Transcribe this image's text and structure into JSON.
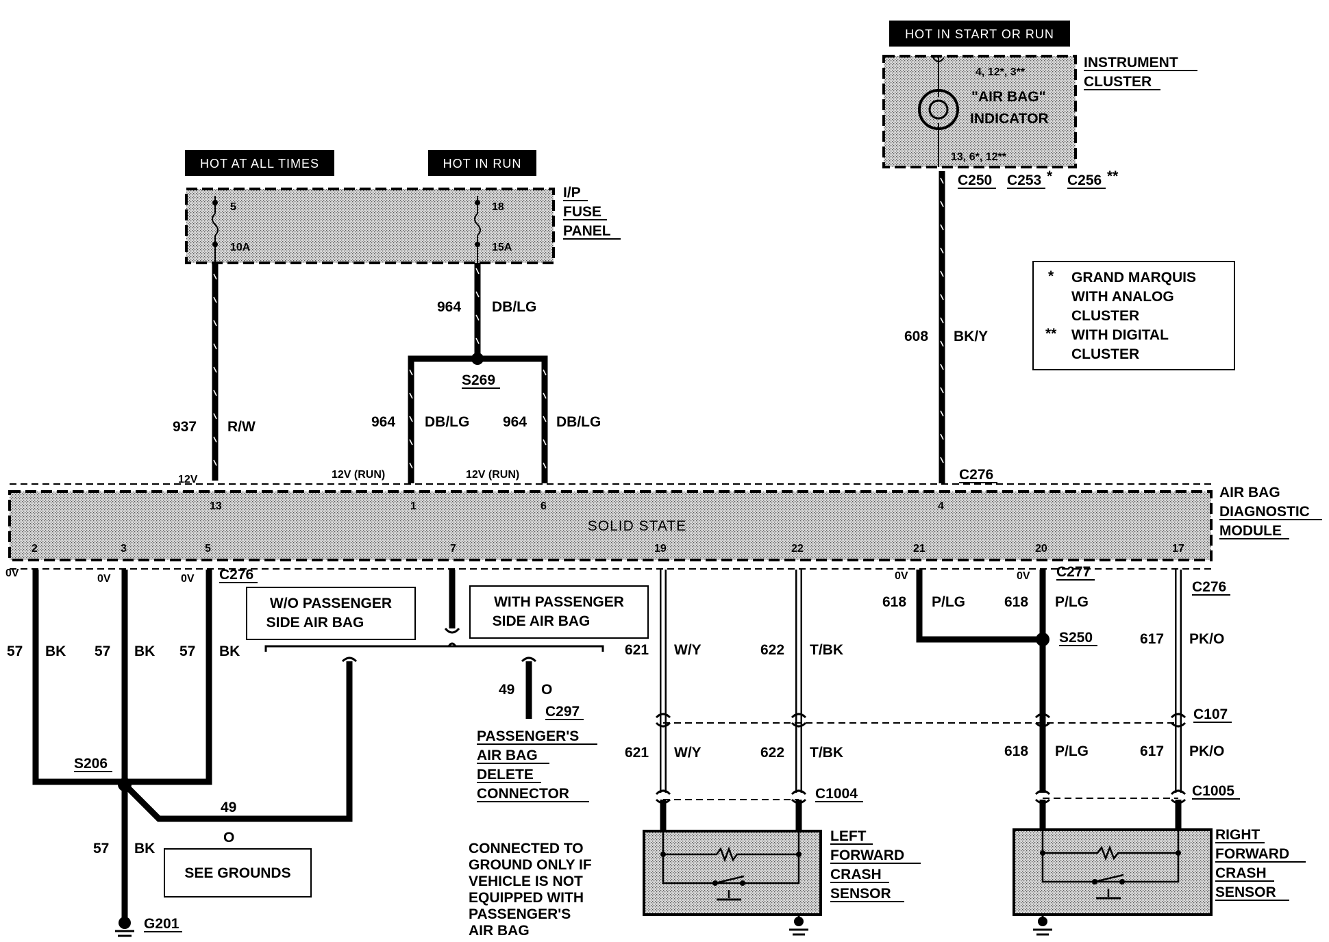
{
  "headers": {
    "hot_at_all_times": "HOT AT ALL TIMES",
    "hot_in_run": "HOT IN RUN",
    "hot_in_start_or_run": "HOT IN START OR RUN"
  },
  "instrument_cluster": {
    "label_line1": "INSTRUMENT",
    "label_line2": "CLUSTER",
    "pin_top": "4, 12*, 3**",
    "indicator_line1": "\"AIR BAG\"",
    "indicator_line2": "INDICATOR",
    "pin_bottom": "13, 6*, 12**",
    "connector_a": "C250",
    "connector_b": "C253",
    "connector_b_mark": "*",
    "connector_c": "C256",
    "connector_c_mark": "**"
  },
  "fuse_panel": {
    "label_line1": "I/P",
    "label_line2": "FUSE",
    "label_line3": "PANEL",
    "fuse_a_num": "5",
    "fuse_a_amp": "10A",
    "fuse_b_num": "18",
    "fuse_b_amp": "15A"
  },
  "legend": {
    "line1_mark": "*",
    "line1": "GRAND MARQUIS",
    "line2": "WITH ANALOG",
    "line3": "CLUSTER",
    "line4_mark": "**",
    "line4": "WITH DIGITAL",
    "line5": "CLUSTER"
  },
  "module": {
    "label_line1": "AIR BAG",
    "label_line2": "DIAGNOSTIC",
    "label_line3": "MODULE",
    "center": "SOLID STATE",
    "top_connector": "C276",
    "pins_top": [
      "13",
      "1",
      "6",
      "4"
    ],
    "pins_bottom": [
      "2",
      "3",
      "5",
      "7",
      "19",
      "22",
      "21",
      "20",
      "17"
    ],
    "volt_12v": "12V",
    "volt_run_a": "12V (RUN)",
    "volt_run_b": "12V (RUN)",
    "volt_0v": [
      "0V",
      "0V",
      "0V",
      "0V",
      "0V"
    ],
    "bottom_connector_a": "C276",
    "bottom_connector_b": "C277",
    "bottom_connector_c": "C276"
  },
  "wires": {
    "w937_num": "937",
    "w937_color": "R/W",
    "w964_num": "964",
    "w964_color": "DB/LG",
    "w964b_num": "964",
    "w964b_color": "DB/LG",
    "w964c_num": "964",
    "w964c_color": "DB/LG",
    "w608_num": "608",
    "w608_color": "BK/Y",
    "w57a_num": "57",
    "w57a_color": "BK",
    "w57b_num": "57",
    "w57b_color": "BK",
    "w57c_num": "57",
    "w57c_color": "BK",
    "w57d_num": "57",
    "w57d_color": "BK",
    "w49_num": "49",
    "w49_color": "O",
    "w49b_num": "49",
    "w49b_color": "O",
    "w621a_num": "621",
    "w621a_color": "W/Y",
    "w621b_num": "621",
    "w621b_color": "W/Y",
    "w622a_num": "622",
    "w622a_color": "T/BK",
    "w622b_num": "622",
    "w622b_color": "T/BK",
    "w618a_num": "618",
    "w618a_color": "P/LG",
    "w618b_num": "618",
    "w618b_color": "P/LG",
    "w618c_num": "618",
    "w618c_color": "P/LG",
    "w617a_num": "617",
    "w617a_color": "PK/O",
    "w617b_num": "617",
    "w617b_color": "PK/O"
  },
  "splices": {
    "s269": "S269",
    "s206": "S206",
    "s250": "S250"
  },
  "connectors": {
    "c297": "C297",
    "c107": "C107",
    "c1004": "C1004",
    "c1005": "C1005",
    "g201": "G201"
  },
  "notes": {
    "wo_passenger_line1": "W/O PASSENGER",
    "wo_passenger_line2": "SIDE AIR BAG",
    "with_passenger_line1": "WITH PASSENGER",
    "with_passenger_line2": "SIDE AIR BAG",
    "delete_line1": "PASSENGER'S",
    "delete_line2": "AIR BAG",
    "delete_line3": "DELETE",
    "delete_line4": "CONNECTOR",
    "see_grounds": "SEE GROUNDS",
    "connected_line1": "CONNECTED TO",
    "connected_line2": "GROUND ONLY IF",
    "connected_line3": "VEHICLE IS NOT",
    "connected_line4": "EQUIPPED WITH",
    "connected_line5": "PASSENGER'S",
    "connected_line6": "AIR BAG"
  },
  "sensors": {
    "left_line1": "LEFT",
    "left_line2": "FORWARD",
    "left_line3": "CRASH",
    "left_line4": "SENSOR",
    "right_line1": "RIGHT",
    "right_line2": "FORWARD",
    "right_line3": "CRASH",
    "right_line4": "SENSOR"
  }
}
